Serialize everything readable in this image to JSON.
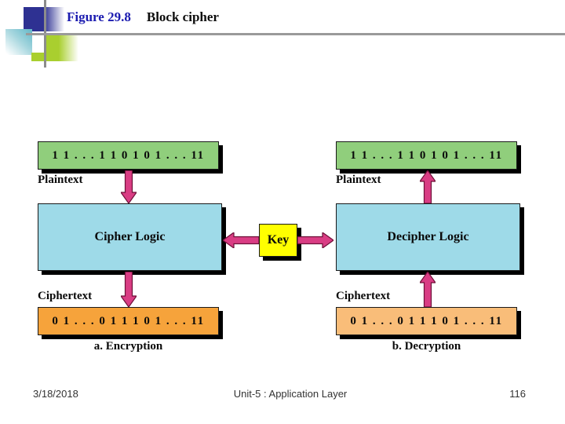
{
  "header": {
    "figure_label": "Figure 29.8",
    "figure_title": "Block cipher"
  },
  "diagram": {
    "encryption": {
      "plaintext_bits": "1 1 . . . 1 1 0 1 0 1 . . . 11",
      "plaintext_label": "Plaintext",
      "logic_label": "Cipher Logic",
      "ciphertext_label": "Ciphertext",
      "ciphertext_bits": "0 1 . . . 0 1 1 1 0 1 . . . 11",
      "caption": "a. Encryption"
    },
    "decryption": {
      "plaintext_bits": "1 1 . . . 1 1 0 1 0 1 . . . 11",
      "plaintext_label": "Plaintext",
      "logic_label": "Decipher Logic",
      "ciphertext_label": "Ciphertext",
      "ciphertext_bits": "0 1 . . . 0 1 1 1 0 1 . . . 11",
      "caption": "b. Decryption"
    },
    "key_label": "Key"
  },
  "colors": {
    "plaintext_box": "#90CE7C",
    "logic_box": "#9EDAE8",
    "ciphertext_box_encryption": "#F6A33B",
    "ciphertext_box_decryption": "#F9BD79",
    "key_box": "#FFFF00",
    "arrow_fill": "#D93D84",
    "arrow_outline": "#6E1038",
    "figure_label_color": "#1B1BB0",
    "accent_navy": "#2E3192",
    "accent_teal": "#63B8C9",
    "accent_green": "#A9CF2F"
  },
  "footer": {
    "date": "3/18/2018",
    "center": "Unit-5 : Application Layer",
    "page_number": "116"
  }
}
